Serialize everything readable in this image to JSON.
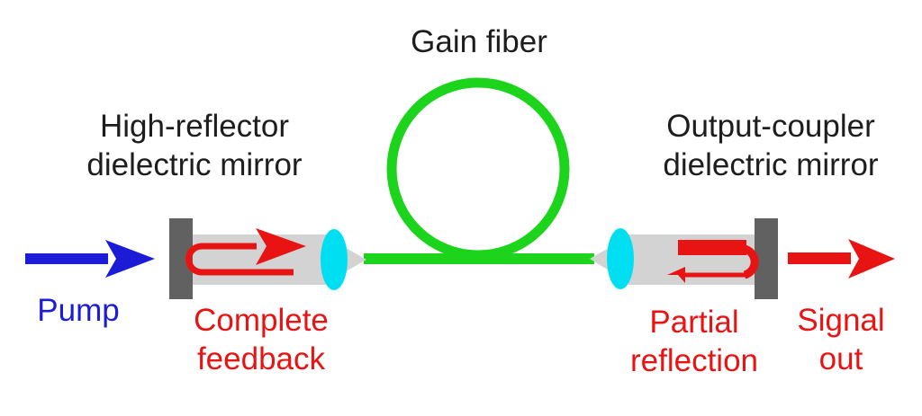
{
  "diagram": {
    "type": "fiber-laser-cavity-schematic",
    "colors": {
      "fiber_green": "#1cd41c",
      "lens_cyan": "#00dff2",
      "pump_blue": "#1c1cd6",
      "signal_red": "#e81414",
      "mirror_gray": "#616161",
      "collimator_gray": "#d3d3d3",
      "text_black": "#1d1d1d"
    },
    "labels": {
      "gain_fiber": "Gain fiber",
      "high_reflector": {
        "line1": "High-reflector",
        "line2": "dielectric mirror"
      },
      "output_coupler": {
        "line1": "Output-coupler",
        "line2": "dielectric mirror"
      },
      "pump": "Pump",
      "complete_feedback": {
        "line1": "Complete",
        "line2": "feedback"
      },
      "partial_reflection": {
        "line1": "Partial",
        "line2": "reflection"
      },
      "signal_out": {
        "line1": "Signal",
        "line2": "out"
      }
    },
    "components": [
      "pump-arrow",
      "high-reflector-mirror",
      "left-collimator",
      "left-lens",
      "complete-feedback-path",
      "gain-fiber-loop",
      "right-lens",
      "right-collimator",
      "intracavity-beam-path",
      "output-coupler-mirror",
      "signal-out-arrow"
    ]
  }
}
